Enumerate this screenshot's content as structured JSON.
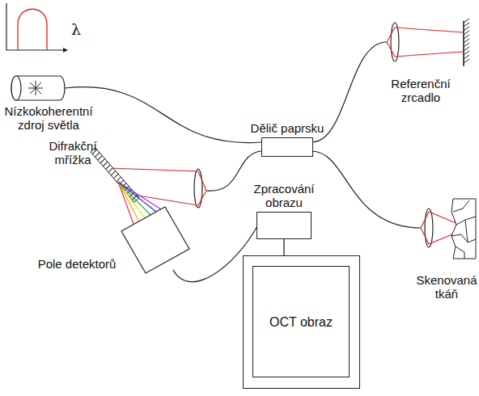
{
  "diagram": {
    "nodes": [
      {
        "text": [
          "Dělič paprsku"
        ]
      },
      {
        "text": [
          "Zpracování obrazu"
        ]
      },
      {
        "text": [
          "OCT obraz"
        ]
      }
    ],
    "edges": [
      {
        "from": 1,
        "to": 2,
        "arrow": "none"
      }
    ],
    "labels": [
      "λ",
      "Nízkokoherentní zdroj světla",
      "Referenční zrcadlo",
      "Difrakční mřížka",
      "Skenovaná tkáň",
      "Pole detektorů"
    ]
  }
}
